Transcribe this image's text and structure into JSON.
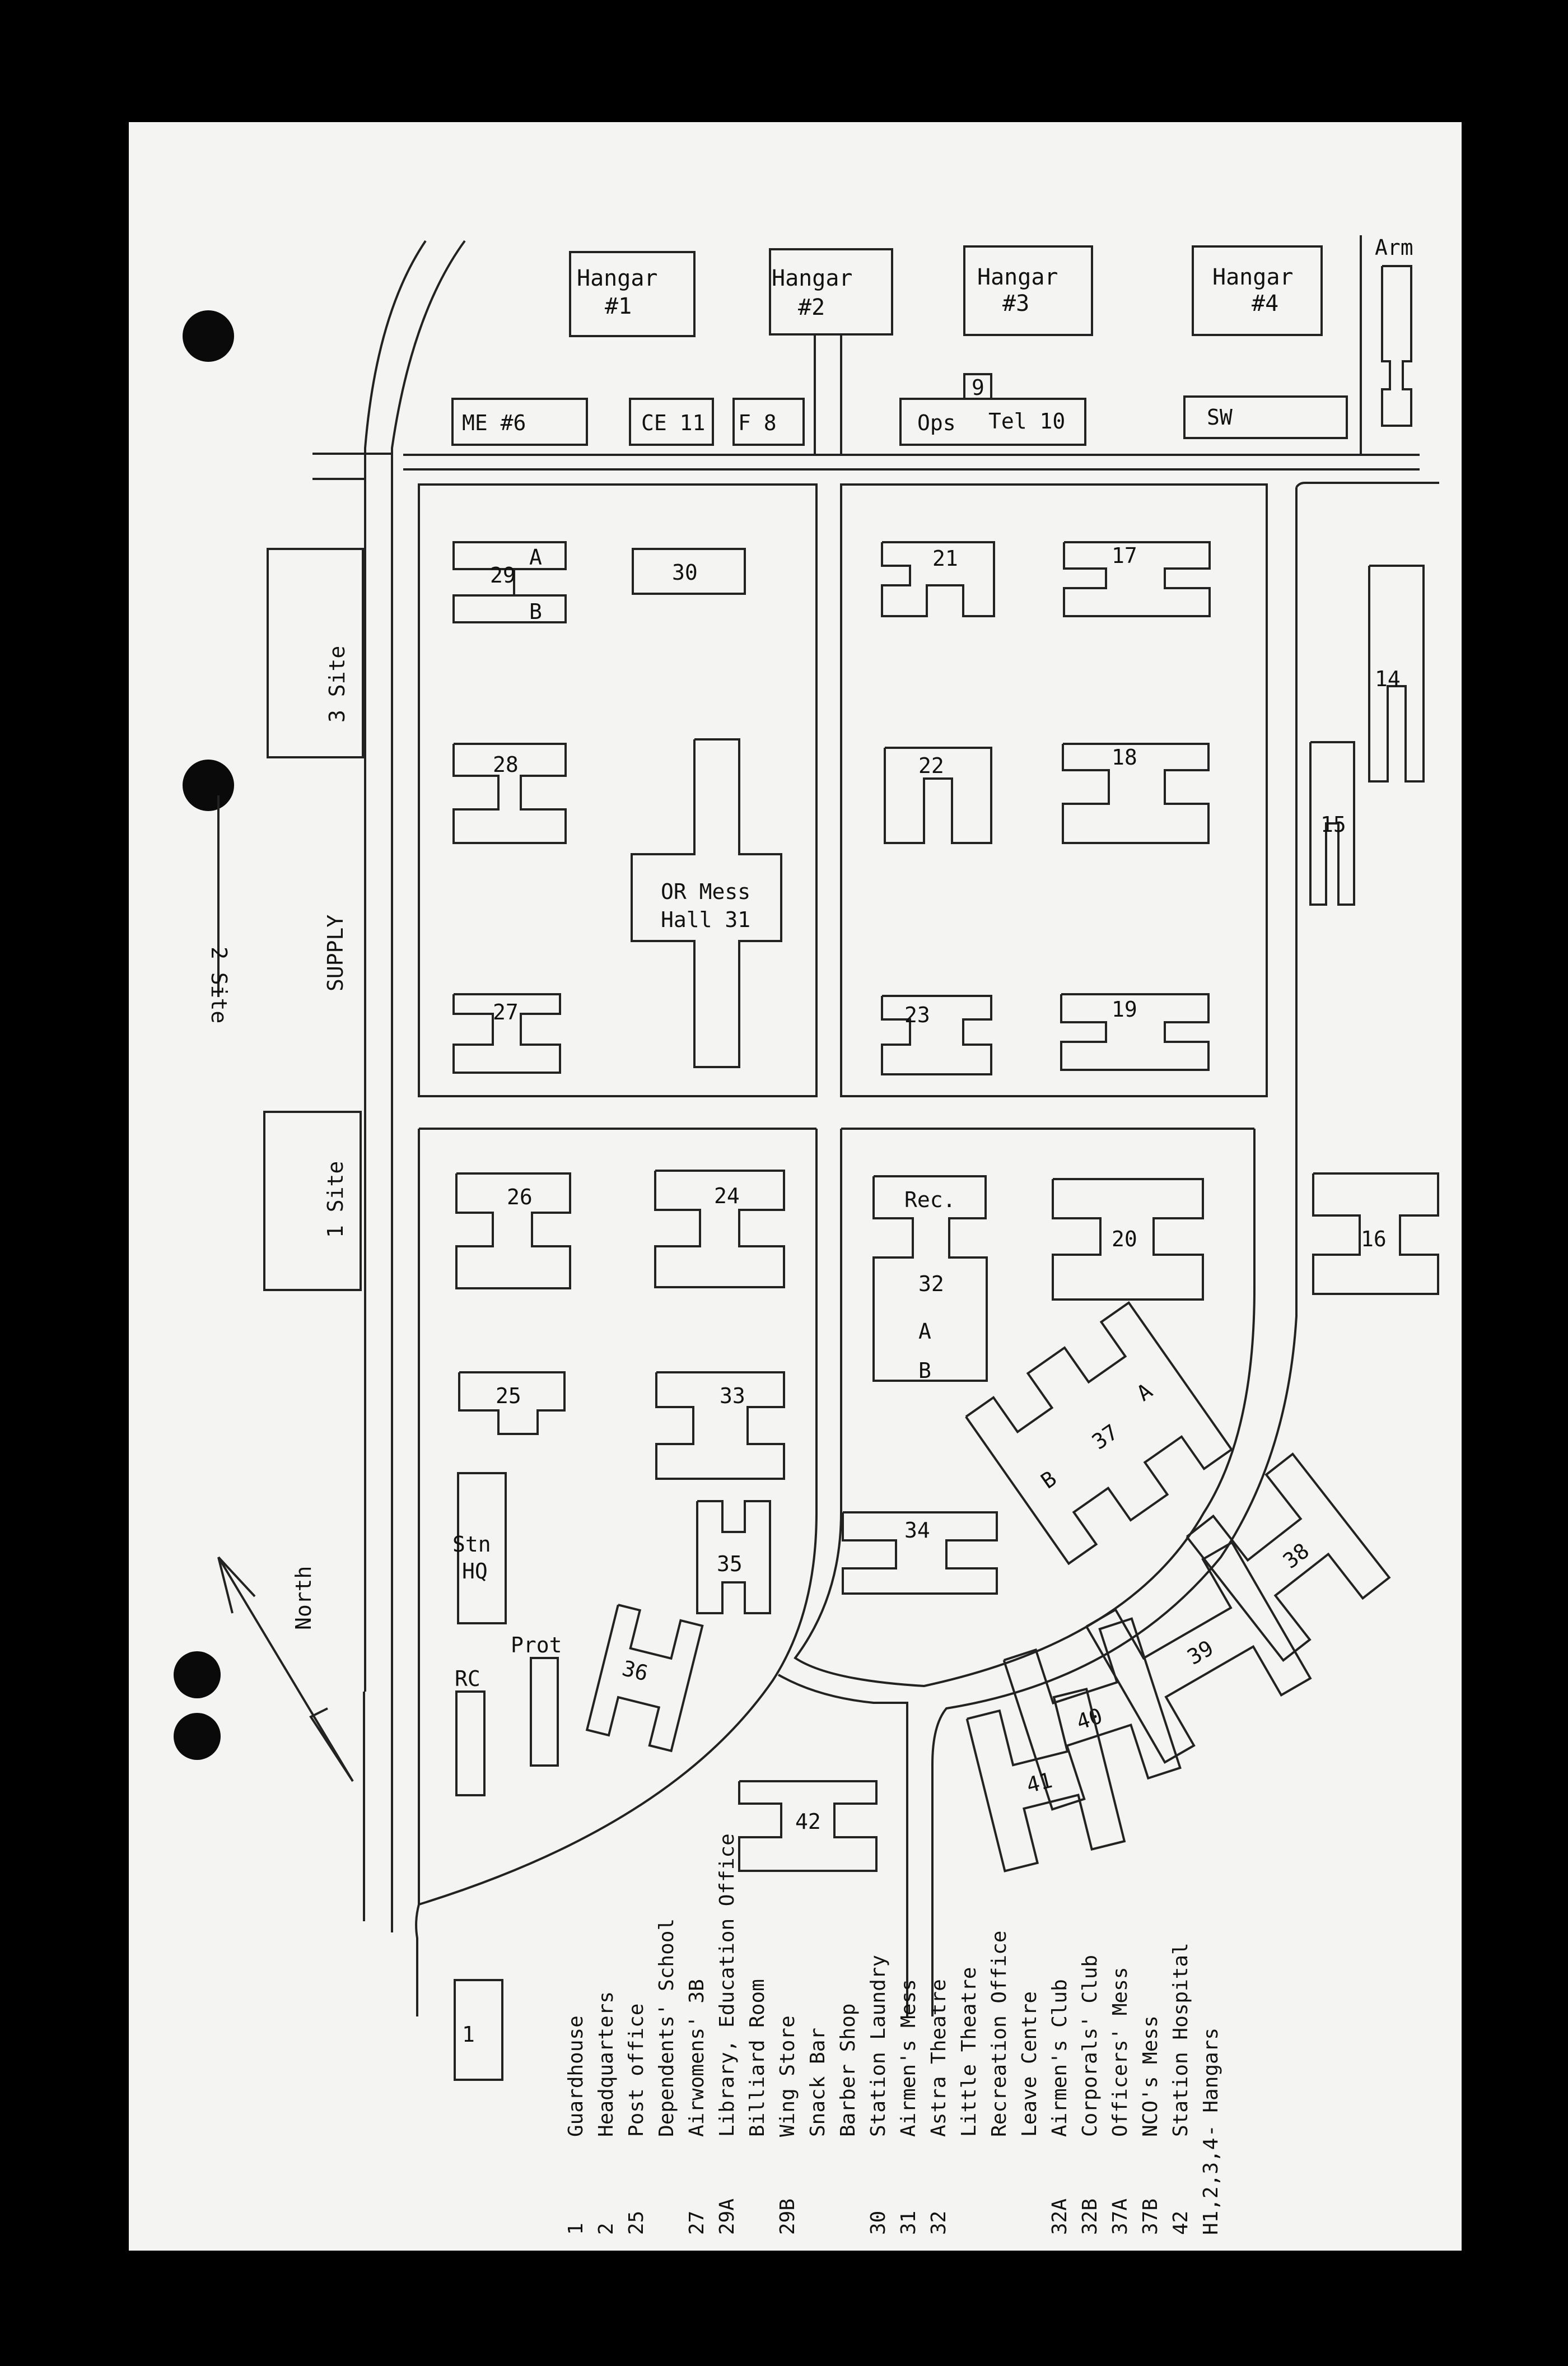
{
  "buildings": {
    "hangar1": "Hangar #1",
    "hangar2": "Hangar #2",
    "hangar3": "Hangar #3",
    "hangar4": "Hangar #4",
    "hangar_word": "Hangar",
    "h1": "#1",
    "h2": "#2",
    "h3": "#3",
    "h4": "#4",
    "arm": "Arm",
    "me6": "ME #6",
    "ce11": "CE 11",
    "f8": "F 8",
    "b9": "9",
    "ops": "Ops",
    "tel10": "Tel 10",
    "sw": "SW",
    "site3": "3 Site",
    "site2": "2 Site",
    "supply": "SUPPLY",
    "site1": "1 Site",
    "b29": "29",
    "a": "A",
    "b": "B",
    "b30": "30",
    "b21": "21",
    "b17": "17",
    "b14": "14",
    "b28": "28",
    "b22": "22",
    "b18": "18",
    "b15": "15",
    "mess_line1": "OR Mess",
    "mess_line2": "Hall 31",
    "b27": "27",
    "b23": "23",
    "b19": "19",
    "b26": "26",
    "b24": "24",
    "rec": "Rec.",
    "b32": "32",
    "b20": "20",
    "b16": "16",
    "b37": "37",
    "b25": "25",
    "b33": "33",
    "b34": "34",
    "b38": "38",
    "stn": "Stn",
    "hq": "HQ",
    "b35": "35",
    "prot": "Prot",
    "b36": "36",
    "b39": "39",
    "rc": "RC",
    "b40": "40",
    "b41": "41",
    "b42": "42",
    "b1": "1",
    "north": "North"
  },
  "legend": [
    {
      "num": "1",
      "text": "Guardhouse"
    },
    {
      "num": "2",
      "text": "Headquarters"
    },
    {
      "num": "25",
      "text": "Post office"
    },
    {
      "num": "",
      "text": "Dependents' School"
    },
    {
      "num": "27",
      "text": "Airwomens' 3B"
    },
    {
      "num": "29A",
      "text": "Library, Education Office"
    },
    {
      "num": "",
      "text": "Billiard Room"
    },
    {
      "num": "29B",
      "text": "Wing Store"
    },
    {
      "num": "",
      "text": "Snack Bar"
    },
    {
      "num": "",
      "text": "Barber Shop"
    },
    {
      "num": "30",
      "text": "Station Laundry"
    },
    {
      "num": "31",
      "text": "Airmen's Mess"
    },
    {
      "num": "32",
      "text": "Astra Theatre"
    },
    {
      "num": "",
      "text": "Little Theatre"
    },
    {
      "num": "",
      "text": "Recreation Office"
    },
    {
      "num": "",
      "text": "Leave Centre"
    },
    {
      "num": "32A",
      "text": "Airmen's Club"
    },
    {
      "num": "32B",
      "text": "Corporals' Club"
    },
    {
      "num": "37A",
      "text": "Officers' Mess"
    },
    {
      "num": "37B",
      "text": "NCO's Mess"
    },
    {
      "num": "42",
      "text": "Station Hospital"
    },
    {
      "num": "H1,2,3,4",
      "text": "- Hangars"
    }
  ]
}
